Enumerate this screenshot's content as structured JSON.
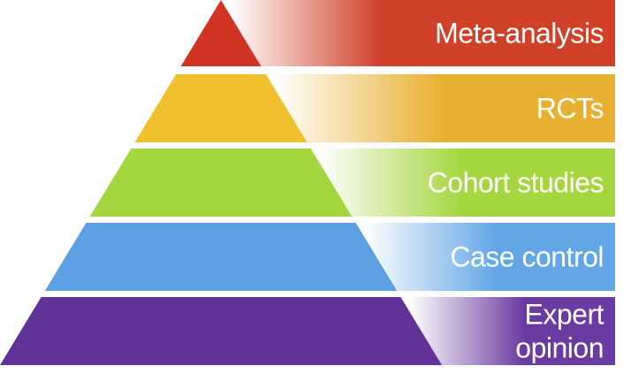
{
  "levels": [
    {
      "label_lines": [
        "Meta-analysis"
      ],
      "color": "#cf3522",
      "band_color": "#d0412a"
    },
    {
      "label_lines": [
        "RCTs"
      ],
      "color": "#efbf2e",
      "band_color": "#e8b030"
    },
    {
      "label_lines": [
        "Cohort studies"
      ],
      "color": "#a5d63f",
      "band_color": "#a5d63f"
    },
    {
      "label_lines": [
        "Case control"
      ],
      "color": "#5c9fe3",
      "band_color": "#62a6e6"
    },
    {
      "label_lines": [
        "Expert",
        "opinion"
      ],
      "color": "#613399",
      "band_color": "#6a3ba0"
    }
  ]
}
